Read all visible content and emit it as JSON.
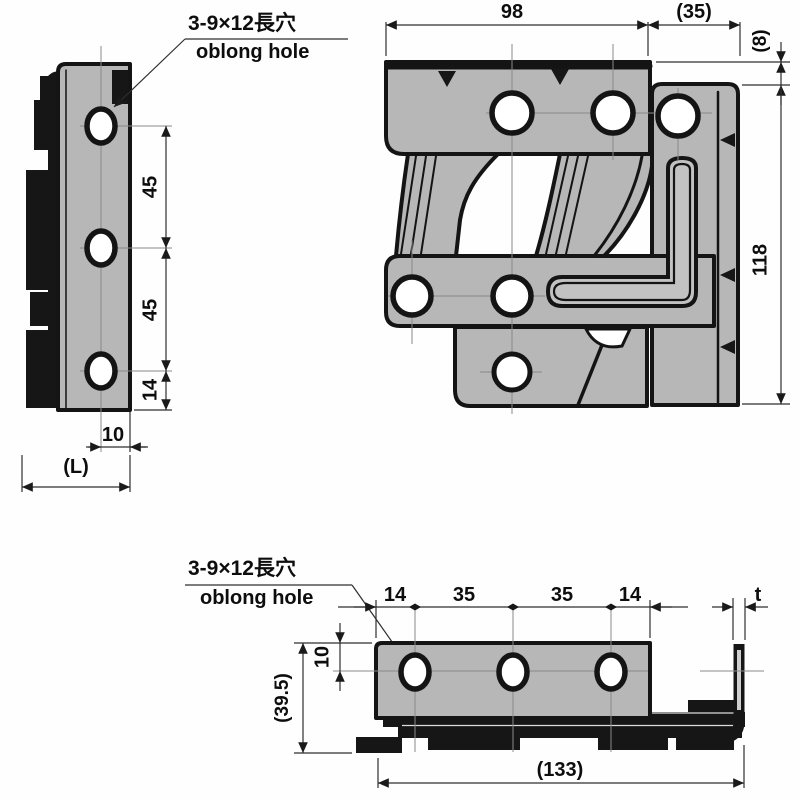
{
  "drawing": {
    "callout_top": {
      "line1": "3-9×12長穴",
      "line2": "oblong hole"
    },
    "callout_bottom": {
      "line1": "3-9×12長穴",
      "line2": "oblong hole"
    },
    "side_view": {
      "pitch1": "45",
      "pitch2": "45",
      "bottom_offset": "14",
      "edge_offset": "10",
      "overall": "(L)"
    },
    "front_view": {
      "width": "98",
      "flange": "(35)",
      "offset": "(8)",
      "height": "118"
    },
    "bottom_view": {
      "edge1": "14",
      "pitch1": "35",
      "pitch2": "35",
      "edge2": "14",
      "thickness": "t",
      "hole_offset": "10",
      "depth": "(39.5)",
      "overall": "(133)"
    },
    "colors": {
      "part_fill": "#b7b7b7",
      "outline": "#141414",
      "background": "#fefefe"
    }
  }
}
